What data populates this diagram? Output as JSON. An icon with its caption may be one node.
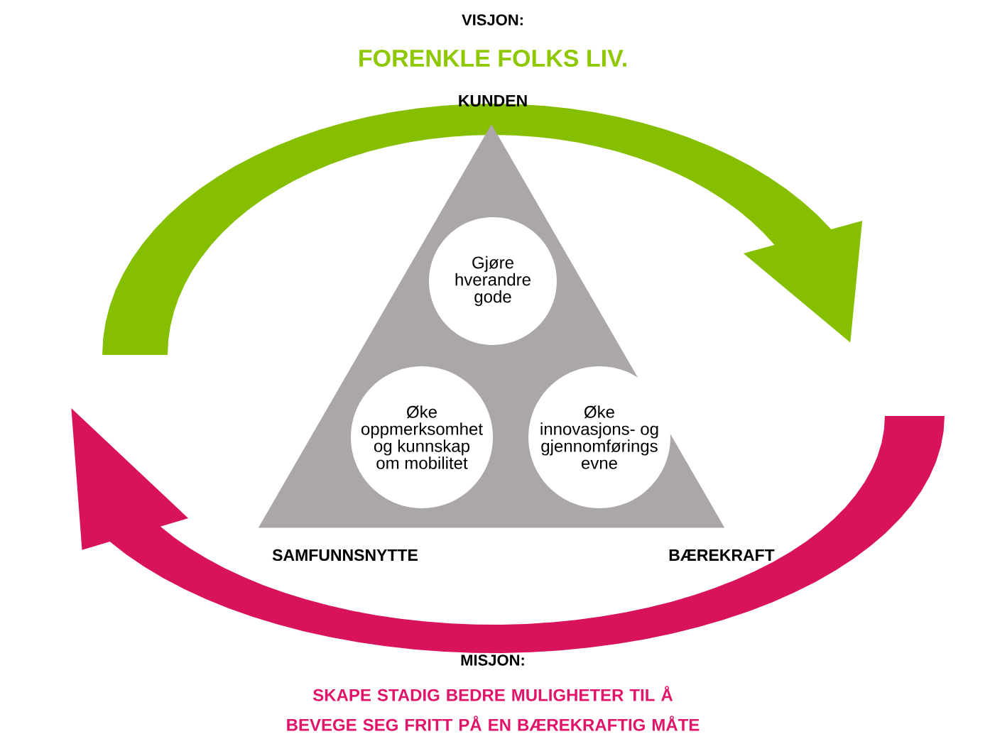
{
  "diagram": {
    "nodes": [
      {
        "text": [],
        "shape": "triangle"
      },
      {
        "text": [
          "Gjøre hverandre gode"
        ],
        "in": 0
      },
      {
        "text": [
          "Øke oppmerksomhet og kunnskap om mobilitet"
        ],
        "in": 0
      },
      {
        "text": [
          "Øke innovasjons- og gjennomførings evne"
        ],
        "in": 0
      }
    ],
    "labels": [
      "VISJON:",
      "FORENKLE FOLKS LIV.",
      "KUNDEN",
      "SAMFUNNSNYTTE",
      "BÆREKRAFT",
      "MISJON:",
      "SKAPE STADIG BEDRE MULIGHETER TIL Å BEVEGE SEG FRITT PÅ EN BÆREKRAFTIG MÅTE"
    ]
  }
}
